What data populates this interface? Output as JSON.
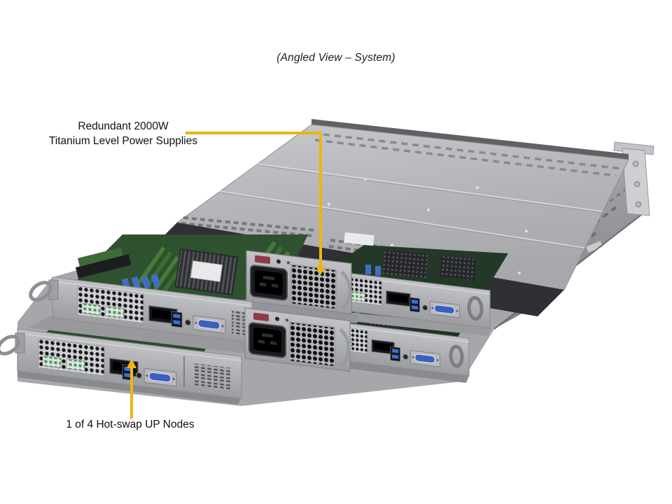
{
  "figure": {
    "title": "(Angled View – System)"
  },
  "callouts": {
    "psu": {
      "line1": "Redundant 2000W",
      "line2": "Titanium Level Power Supplies"
    },
    "node": {
      "line1": "1 of 4 Hot-swap UP Nodes"
    }
  },
  "colors": {
    "leader": "#F0B410",
    "chassis_light": "#c9cace",
    "chassis_mid": "#b0b1b5",
    "chassis_dark": "#8a8b8f",
    "pcb_green": "#2e5130",
    "dimm_green": "#47793c",
    "port_blue": "#3a5fc0",
    "led_green": "#3f9e52"
  },
  "illustration": {
    "parts": [
      "top-cover",
      "rack-ear",
      "side-panel",
      "node-tray-upper-left",
      "node-tray-lower-left",
      "node-tray-upper-right",
      "node-tray-lower-right",
      "power-supply-upper",
      "power-supply-lower"
    ]
  }
}
